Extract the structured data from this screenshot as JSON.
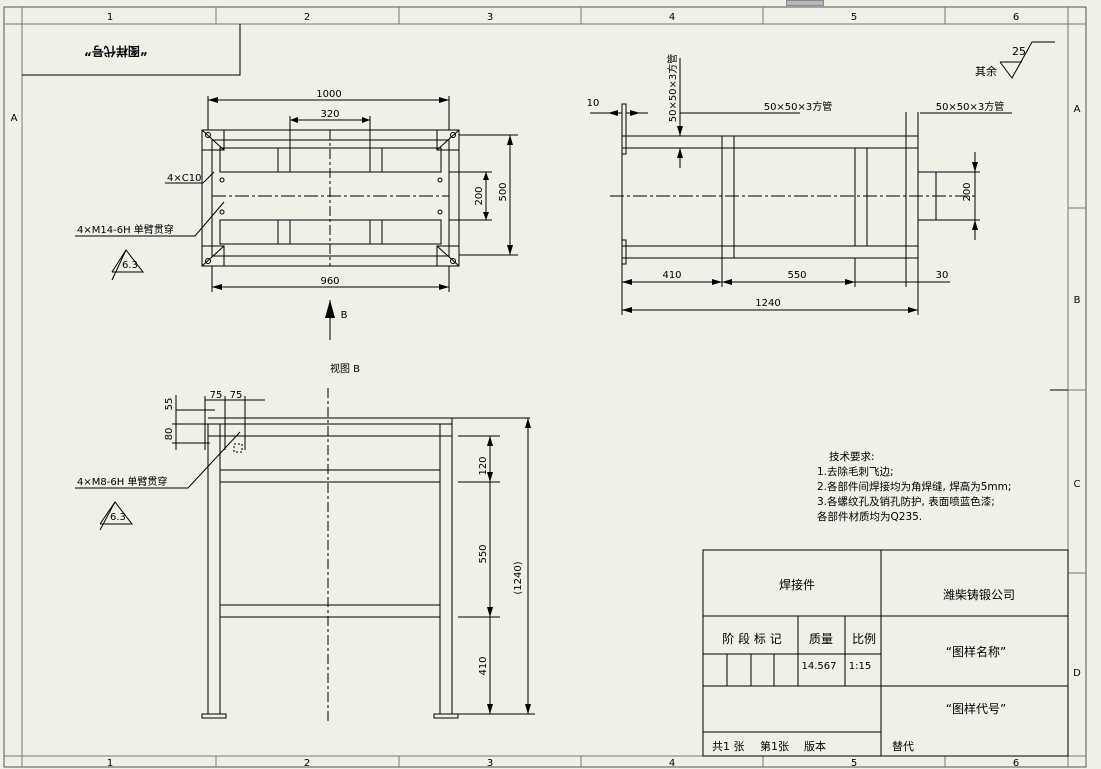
{
  "zones": {
    "top": [
      "1",
      "2",
      "3",
      "4",
      "5",
      "6"
    ],
    "bottom": [
      "1",
      "2",
      "3",
      "4",
      "5",
      "6"
    ],
    "left": [
      "A"
    ],
    "right": [
      "A",
      "B",
      "C",
      "D"
    ]
  },
  "mirrored_label": "“图样代号”",
  "roughness": {
    "prefix": "其余",
    "value": "25"
  },
  "view_b": {
    "caption": "视图 B",
    "arrow_label": "B",
    "dims": {
      "overall_width": "1000",
      "inner_width": "320",
      "bottom_width": "960",
      "height_500": "500",
      "height_200": "200",
      "chamfer": "4×C10",
      "thread": "4×M14-6H 单臂贯穿",
      "finish": "6.3"
    }
  },
  "side_view": {
    "dims": {
      "offset_10": "10",
      "vertical_tube": "50×50×3方管",
      "tube_left": "50×50×3方管",
      "tube_right": "50×50×3方管",
      "seg_410": "410",
      "seg_550": "550",
      "seg_30": "30",
      "total_1240": "1240",
      "height_200": "200"
    }
  },
  "front_view": {
    "dims": {
      "w75a": "75",
      "w75b": "75",
      "h55": "55",
      "h80": "80",
      "h120": "120",
      "h550": "550",
      "h410": "410",
      "h1240": "(1240)",
      "thread": "4×M8-6H 单臂贯穿",
      "finish": "6.3"
    }
  },
  "tech_req": [
    "技术要求:",
    "1.去除毛刺飞边;",
    "2.各部件间焊接均为角焊缝, 焊高为5mm;",
    "3.各螺纹孔及销孔防护, 表面喷蓝色漆;",
    "各部件材质均为Q235."
  ],
  "title_block": {
    "part_name": "焊接件",
    "company": "潍柴铸锻公司",
    "stage_label": "阶 段 标 记",
    "mass_label": "质量",
    "scale_label": "比例",
    "mass_value": "14.567",
    "scale_value": "1:15",
    "drawing_name": "“图样名称”",
    "drawing_code": "“图样代号”",
    "sheets_total": "共1 张",
    "sheet_no": "第1张",
    "version": "版本",
    "replace": "替代"
  }
}
